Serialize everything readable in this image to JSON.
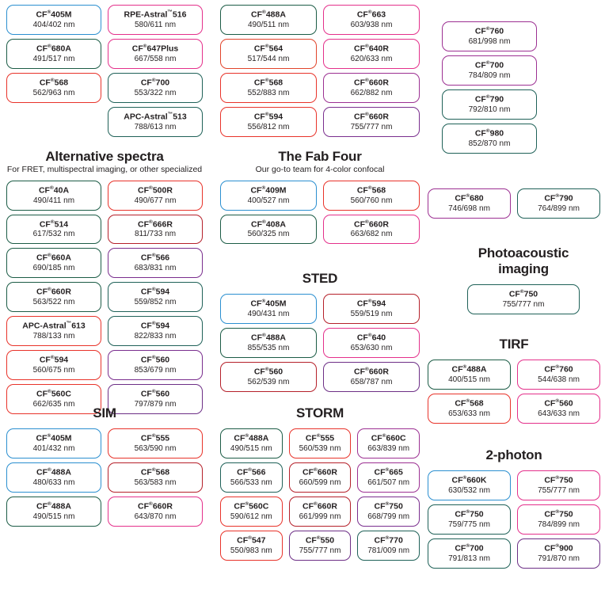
{
  "page": {
    "background": "#ffffff",
    "colors": {
      "blue": "#2b8fd0",
      "green": "#1c5c46",
      "red": "#e8332a",
      "orange": "#e1442b",
      "magenta": "#e4308b",
      "purple": "#7a2e8e",
      "plum": "#9c3092",
      "teal": "#1f6158",
      "darkred": "#b5202a",
      "violet": "#6d2f86",
      "text": "#231f20"
    }
  },
  "sections": [
    {
      "id": "top-left",
      "title": "",
      "subtitle": "",
      "columns": 2,
      "chips": [
        {
          "name": "CF",
          "reg": "®",
          "suffix": "405M",
          "spec": "404/402 nm",
          "color": "blue"
        },
        {
          "name": "RPE-Astral",
          "reg": "",
          "tm": "™",
          "suffix": "516",
          "spec": "580/611 nm",
          "color": "magenta"
        },
        {
          "name": "CF",
          "reg": "®",
          "suffix": "680A",
          "spec": "491/517 nm",
          "color": "green"
        },
        {
          "name": "CF",
          "reg": "®",
          "suffix": "647Plus",
          "spec": "667/558 nm",
          "color": "magenta"
        },
        {
          "name": "CF",
          "reg": "®",
          "suffix": "568",
          "spec": "562/963 nm",
          "color": "red"
        },
        {
          "name": "CF",
          "reg": "®",
          "suffix": "700",
          "spec": "553/322 nm",
          "color": "teal"
        },
        {
          "name": "",
          "reg": "",
          "suffix": "",
          "spec": "",
          "color": "none",
          "empty": true
        },
        {
          "name": "APC-Astral",
          "reg": "",
          "tm": "™",
          "suffix": "513",
          "spec": "788/613 nm",
          "color": "teal"
        }
      ]
    },
    {
      "id": "top-mid",
      "columns": 2,
      "chips": [
        {
          "name": "CF",
          "reg": "®",
          "suffix": "488A",
          "spec": "490/511 nm",
          "color": "green"
        },
        {
          "name": "CF",
          "reg": "®",
          "suffix": "663",
          "spec": "603/938 nm",
          "color": "magenta"
        },
        {
          "name": "CF",
          "reg": "®",
          "suffix": "564",
          "spec": "517/544 nm",
          "color": "orange"
        },
        {
          "name": "CF",
          "reg": "®",
          "suffix": "640R",
          "spec": "620/633 nm",
          "color": "magenta"
        },
        {
          "name": "CF",
          "reg": "®",
          "suffix": "568",
          "spec": "552/883 nm",
          "color": "red"
        },
        {
          "name": "CF",
          "reg": "®",
          "suffix": "660R",
          "spec": "662/882 nm",
          "color": "plum"
        },
        {
          "name": "CF",
          "reg": "®",
          "suffix": "594",
          "spec": "556/812 nm",
          "color": "red"
        },
        {
          "name": "CF",
          "reg": "®",
          "suffix": "660R",
          "spec": "755/777 nm",
          "color": "purple"
        }
      ]
    },
    {
      "id": "top-right",
      "columns": 1,
      "chips": [
        {
          "name": "CF",
          "reg": "®",
          "suffix": "760",
          "spec": "681/998 nm",
          "color": "plum"
        },
        {
          "name": "CF",
          "reg": "®",
          "suffix": "700",
          "spec": "784/809 nm",
          "color": "plum"
        },
        {
          "name": "CF",
          "reg": "®",
          "suffix": "790",
          "spec": "792/810 nm",
          "color": "teal"
        },
        {
          "name": "CF",
          "reg": "®",
          "suffix": "980",
          "spec": "852/870 nm",
          "color": "teal"
        }
      ]
    },
    {
      "id": "alternative-spectra",
      "title": "Alternative spectra",
      "subtitle": "For FRET, multispectral imaging, or other specialized",
      "columns": 2,
      "chips": [
        {
          "name": "CF",
          "reg": "®",
          "suffix": "40A",
          "spec": "490/411 nm",
          "color": "green"
        },
        {
          "name": "CF",
          "reg": "®",
          "suffix": "500R",
          "spec": "490/677 nm",
          "color": "red"
        },
        {
          "name": "CF",
          "reg": "®",
          "suffix": "514",
          "spec": "617/532 nm",
          "color": "green"
        },
        {
          "name": "CF",
          "reg": "®",
          "suffix": "666R",
          "spec": "811/733 nm",
          "color": "darkred"
        },
        {
          "name": "CF",
          "reg": "®",
          "suffix": "660A",
          "spec": "690/185 nm",
          "color": "green"
        },
        {
          "name": "CF",
          "reg": "®",
          "suffix": "566",
          "spec": "683/831 nm",
          "color": "purple"
        },
        {
          "name": "CF",
          "reg": "®",
          "suffix": "660R",
          "spec": "563/522 nm",
          "color": "green"
        },
        {
          "name": "CF",
          "reg": "®",
          "suffix": "594",
          "spec": "559/852 nm",
          "color": "teal"
        },
        {
          "name": "APC-Astral",
          "reg": "",
          "tm": "™",
          "suffix": "613",
          "spec": "788/133 nm",
          "color": "red"
        },
        {
          "name": "CF",
          "reg": "®",
          "suffix": "594",
          "spec": "822/833 nm",
          "color": "teal"
        },
        {
          "name": "CF",
          "reg": "®",
          "suffix": "594",
          "spec": "560/675 nm",
          "color": "red"
        },
        {
          "name": "CF",
          "reg": "®",
          "suffix": "560",
          "spec": "853/679 nm",
          "color": "purple"
        },
        {
          "name": "CF",
          "reg": "®",
          "suffix": "560C",
          "spec": "662/635 nm",
          "color": "red"
        },
        {
          "name": "CF",
          "reg": "®",
          "suffix": "560",
          "spec": "797/879 nm",
          "color": "violet"
        }
      ]
    },
    {
      "id": "fab-four",
      "title": "The Fab Four",
      "subtitle": "Our go-to team for 4-color confocal",
      "columns": 2,
      "chips": [
        {
          "name": "CF",
          "reg": "®",
          "suffix": "409M",
          "spec": "400/527 nm",
          "color": "blue"
        },
        {
          "name": "CF",
          "reg": "®",
          "suffix": "568",
          "spec": "560/760 nm",
          "color": "red"
        },
        {
          "name": "CF",
          "reg": "®",
          "suffix": "408A",
          "spec": "560/325 nm",
          "color": "green"
        },
        {
          "name": "CF",
          "reg": "®",
          "suffix": "660R",
          "spec": "663/682 nm",
          "color": "magenta"
        }
      ]
    },
    {
      "id": "sted",
      "title": "STED",
      "subtitle": "",
      "columns": 2,
      "chips": [
        {
          "name": "CF",
          "reg": "®",
          "suffix": "405M",
          "spec": "490/431 nm",
          "color": "blue"
        },
        {
          "name": "CF",
          "reg": "®",
          "suffix": "594",
          "spec": "559/519 nm",
          "color": "darkred"
        },
        {
          "name": "CF",
          "reg": "®",
          "suffix": "488A",
          "spec": "855/535 nm",
          "color": "green"
        },
        {
          "name": "CF",
          "reg": "®",
          "suffix": "640",
          "spec": "653/630 nm",
          "color": "magenta"
        },
        {
          "name": "CF",
          "reg": "®",
          "suffix": "560",
          "spec": "562/539 nm",
          "color": "darkred"
        },
        {
          "name": "CF",
          "reg": "®",
          "suffix": "660R",
          "spec": "658/787 nm",
          "color": "violet"
        }
      ]
    },
    {
      "id": "sim",
      "title": "SIM",
      "subtitle": "",
      "columns": 2,
      "chips": [
        {
          "name": "CF",
          "reg": "®",
          "suffix": "405M",
          "spec": "401/432 nm",
          "color": "blue"
        },
        {
          "name": "CF",
          "reg": "®",
          "suffix": "555",
          "spec": "563/590 nm",
          "color": "red"
        },
        {
          "name": "CF",
          "reg": "®",
          "suffix": "488A",
          "spec": "480/633 nm",
          "color": "blue"
        },
        {
          "name": "CF",
          "reg": "®",
          "suffix": "568",
          "spec": "563/583 nm",
          "color": "darkred"
        },
        {
          "name": "CF",
          "reg": "®",
          "suffix": "488A",
          "spec": "490/515 nm",
          "color": "green"
        },
        {
          "name": "CF",
          "reg": "®",
          "suffix": "660R",
          "spec": "643/870 nm",
          "color": "magenta"
        }
      ]
    },
    {
      "id": "storm",
      "title": "STORM",
      "subtitle": "",
      "columns": 3,
      "chips": [
        {
          "name": "CF",
          "reg": "®",
          "suffix": "488A",
          "spec": "490/515 nm",
          "color": "green"
        },
        {
          "name": "CF",
          "reg": "®",
          "suffix": "555",
          "spec": "560/539 nm",
          "color": "red"
        },
        {
          "name": "CF",
          "reg": "®",
          "suffix": "660C",
          "spec": "663/839 nm",
          "color": "plum"
        },
        {
          "name": "CF",
          "reg": "®",
          "suffix": "566",
          "spec": "566/533 nm",
          "color": "teal"
        },
        {
          "name": "CF",
          "reg": "®",
          "suffix": "660R",
          "spec": "660/599 nm",
          "color": "darkred"
        },
        {
          "name": "CF",
          "reg": "®",
          "suffix": "665",
          "spec": "661/507 nm",
          "color": "plum"
        },
        {
          "name": "CF",
          "reg": "®",
          "suffix": "560C",
          "spec": "590/612 nm",
          "color": "red"
        },
        {
          "name": "CF",
          "reg": "®",
          "suffix": "660R",
          "spec": "661/999 nm",
          "color": "darkred"
        },
        {
          "name": "CF",
          "reg": "®",
          "suffix": "750",
          "spec": "668/799 nm",
          "color": "purple"
        },
        {
          "name": "CF",
          "reg": "®",
          "suffix": "547",
          "spec": "550/983 nm",
          "color": "red"
        },
        {
          "name": "CF",
          "reg": "®",
          "suffix": "550",
          "spec": "755/777 nm",
          "color": "violet"
        },
        {
          "name": "CF",
          "reg": "®",
          "suffix": "770",
          "spec": "781/009 nm",
          "color": "teal"
        }
      ]
    },
    {
      "id": "right-pair",
      "columns": 2,
      "chips": [
        {
          "name": "CF",
          "reg": "®",
          "suffix": "680",
          "spec": "746/698 nm",
          "color": "plum"
        },
        {
          "name": "CF",
          "reg": "®",
          "suffix": "790",
          "spec": "764/899 nm",
          "color": "teal"
        }
      ]
    },
    {
      "id": "photoacoustic",
      "title": "Photoacoustic imaging",
      "title_line1": "Photoacoustic",
      "title_line2": "imaging",
      "subtitle": "",
      "columns": 1,
      "chips": [
        {
          "name": "CF",
          "reg": "®",
          "suffix": "750",
          "spec": "755/777 nm",
          "color": "teal"
        }
      ]
    },
    {
      "id": "tirf",
      "title": "TIRF",
      "subtitle": "",
      "columns": 2,
      "chips": [
        {
          "name": "CF",
          "reg": "®",
          "suffix": "488A",
          "spec": "400/515 nm",
          "color": "green"
        },
        {
          "name": "CF",
          "reg": "®",
          "suffix": "760",
          "spec": "544/638 nm",
          "color": "magenta"
        },
        {
          "name": "CF",
          "reg": "®",
          "suffix": "568",
          "spec": "653/633 nm",
          "color": "red"
        },
        {
          "name": "CF",
          "reg": "®",
          "suffix": "560",
          "spec": "643/633 nm",
          "color": "magenta"
        }
      ]
    },
    {
      "id": "two-photon",
      "title": "2-photon",
      "subtitle": "",
      "columns": 2,
      "chips": [
        {
          "name": "CF",
          "reg": "®",
          "suffix": "660K",
          "spec": "630/532 nm",
          "color": "blue"
        },
        {
          "name": "CF",
          "reg": "®",
          "suffix": "750",
          "spec": "755/777 nm",
          "color": "magenta"
        },
        {
          "name": "CF",
          "reg": "®",
          "suffix": "750",
          "spec": "759/775 nm",
          "color": "teal"
        },
        {
          "name": "CF",
          "reg": "®",
          "suffix": "750",
          "spec": "784/899 nm",
          "color": "magenta"
        },
        {
          "name": "CF",
          "reg": "®",
          "suffix": "700",
          "spec": "791/813 nm",
          "color": "teal"
        },
        {
          "name": "CF",
          "reg": "®",
          "suffix": "900",
          "spec": "791/870 nm",
          "color": "violet"
        }
      ]
    }
  ]
}
